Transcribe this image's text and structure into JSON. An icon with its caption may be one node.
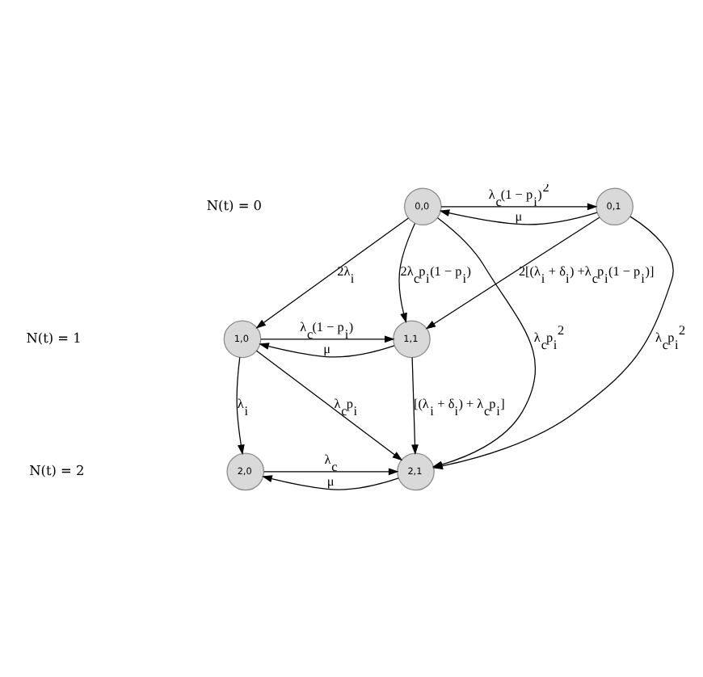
{
  "diagram": {
    "nodes": [
      {
        "text": [
          "0,0"
        ]
      },
      {
        "text": [
          "0,1"
        ]
      },
      {
        "text": [
          "1,0"
        ]
      },
      {
        "text": [
          "1,1"
        ]
      },
      {
        "text": [
          "2,0"
        ]
      },
      {
        "text": [
          "2,1"
        ]
      }
    ],
    "edges": [
      {
        "from": 0,
        "to": 1,
        "arrow": "to",
        "label": "λ$_{c}$(1 − p$_{i}$)$^{2}$"
      },
      {
        "from": 1,
        "to": 0,
        "arrow": "to",
        "label": "μ"
      },
      {
        "from": 0,
        "to": 2,
        "arrow": "to",
        "label": "2λ$_{i}$"
      },
      {
        "from": 0,
        "to": 3,
        "arrow": "to",
        "label": "2λ$_{c}$p$_{i}$(1 − p$_{i}$)"
      },
      {
        "from": 1,
        "to": 3,
        "arrow": "to",
        "label": "2[(λ$_{i}$ + δ$_{i}$) +λ$_{c}$p$_{i}$(1 − p$_{i}$)]"
      },
      {
        "from": 2,
        "to": 3,
        "arrow": "to",
        "label": "λ$_{c}$(1 − p$_{i}$)"
      },
      {
        "from": 3,
        "to": 2,
        "arrow": "to",
        "label": "μ"
      },
      {
        "from": 2,
        "to": 4,
        "arrow": "to",
        "label": "λ$_{i}$"
      },
      {
        "from": 2,
        "to": 5,
        "arrow": "to",
        "label": "λ$_{c}$p$_{i}$"
      },
      {
        "from": 3,
        "to": 5,
        "arrow": "to",
        "label": "[(λ$_{i}$ + δ$_{i}$) + λ$_{c}$p$_{i}$]"
      },
      {
        "from": 4,
        "to": 5,
        "arrow": "to",
        "label": "λ$_{c}$"
      },
      {
        "from": 5,
        "to": 4,
        "arrow": "to",
        "label": "μ"
      },
      {
        "from": 0,
        "to": 5,
        "arrow": "to",
        "label": "λ$_{c}$p$_{i}$$^{2}$"
      },
      {
        "from": 1,
        "to": 5,
        "arrow": "to",
        "label": "λ$_{c}$p$_{i}$$^{2}$"
      }
    ],
    "labels": [
      "N(t) = 0",
      "N(t) = 1",
      "N(t) = 2"
    ]
  }
}
